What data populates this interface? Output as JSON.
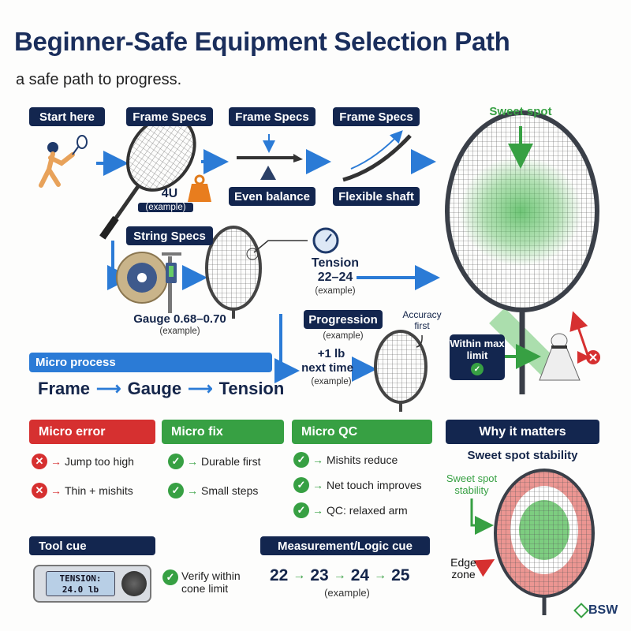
{
  "title": "Beginner-Safe Equipment Selection Path",
  "subtitle": "a safe path to progress.",
  "colors": {
    "navy": "#13264f",
    "blue": "#2b7bd6",
    "green": "#37a043",
    "red": "#d63030"
  },
  "path": {
    "start_label": "Start here",
    "frame_labels": [
      "Frame Specs",
      "Frame Specs",
      "Frame Specs"
    ],
    "weight": "4U",
    "weight_note": "(example)",
    "balance": "Even balance",
    "shaft": "Flexible shaft",
    "string_label": "String Specs",
    "gauge": "Gauge 0.68–0.70",
    "gauge_note": "(example)",
    "tension_title": "Tension",
    "tension_range": "22–24",
    "tension_note": "(example)",
    "progression_label": "Progression",
    "progression_note": "(example)",
    "step_line1": "+1 lb",
    "step_line2": "next time",
    "step_note": "(example)",
    "accuracy": "Accuracy first",
    "sweet_spot": "Sweet spot",
    "within_limit": "Within max limit",
    "icons": [
      "badminton-player-icon",
      "weight-icon",
      "balance-icon",
      "flex-shaft-icon",
      "string-spool-icon",
      "caliper-icon",
      "tension-gauge-icon",
      "shuttlecock-icon"
    ]
  },
  "micro_process": {
    "label": "Micro process",
    "steps": [
      "Frame",
      "Gauge",
      "Tension"
    ]
  },
  "micro_error": {
    "label": "Micro error",
    "items": [
      "Jump too high",
      "Thin + mishits"
    ]
  },
  "micro_fix": {
    "label": "Micro fix",
    "items": [
      "Durable first",
      "Small steps"
    ]
  },
  "micro_qc": {
    "label": "Micro QC",
    "items": [
      "Mishits reduce",
      "Net touch improves",
      "QC: relaxed arm"
    ]
  },
  "why": {
    "label": "Why it matters",
    "heading": "Sweet spot stability",
    "sweet_label": "Sweet spot stability",
    "edge_label": "Edge zone"
  },
  "tool_cue": {
    "label": "Tool cue",
    "display_line1": "TENSION:",
    "display_line2": "24.0 lb",
    "verify": "Verify within cone limit"
  },
  "measurement": {
    "label": "Measurement/Logic cue",
    "values": [
      "22",
      "23",
      "24",
      "25"
    ],
    "note": "(example)"
  },
  "logo": {
    "text": "BSW"
  }
}
